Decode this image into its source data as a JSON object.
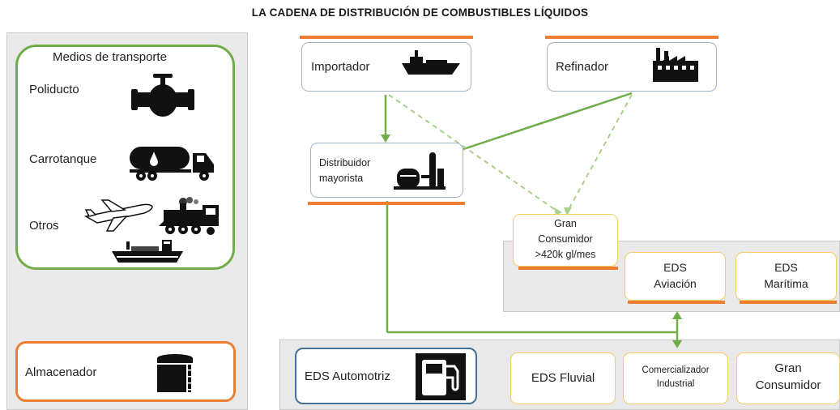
{
  "title": "LA CADENA DE DISTRIBUCIÓN DE COMBUSTIBLES LÍQUIDOS",
  "transport": {
    "title": "Medios de transporte",
    "items": [
      "Poliducto",
      "Carrotanque",
      "Otros"
    ]
  },
  "storage": {
    "label": "Almacenador"
  },
  "suppliers": {
    "importer": "Importador",
    "refiner": "Refinador"
  },
  "wholesale": {
    "line1": "Distribuidor",
    "line2": "mayorista"
  },
  "large_consumer": {
    "line1": "Gran",
    "line2": "Consumidor",
    "line3": ">420k gl/mes"
  },
  "eds_aviation": {
    "line1": "EDS",
    "line2": "Aviación"
  },
  "eds_maritime": {
    "line1": "EDS",
    "line2": "Marítima"
  },
  "eds_auto": {
    "label": "EDS Automotriz"
  },
  "eds_fluvial": {
    "label": "EDS Fluvial"
  },
  "industrial": {
    "line1": "Comercializador",
    "line2": "Industrial"
  },
  "final_consumer": {
    "line1": "Gran",
    "line2": "Consumidor"
  },
  "colors": {
    "green_line": "#70ad47",
    "dashed_line": "#a9d18e",
    "orange": "#ed7d31",
    "blue_border": "#41719c",
    "yellow_border": "#f2cc64",
    "panel_gray": "#e9e9e9"
  },
  "icons": [
    "ship-icon",
    "factory-icon",
    "pipeline-valve-icon",
    "tanker-truck-icon",
    "airplane-icon",
    "train-icon",
    "cargo-ship-icon",
    "storage-tank-icon",
    "refinery-tanks-icon",
    "fuel-pump-icon"
  ]
}
